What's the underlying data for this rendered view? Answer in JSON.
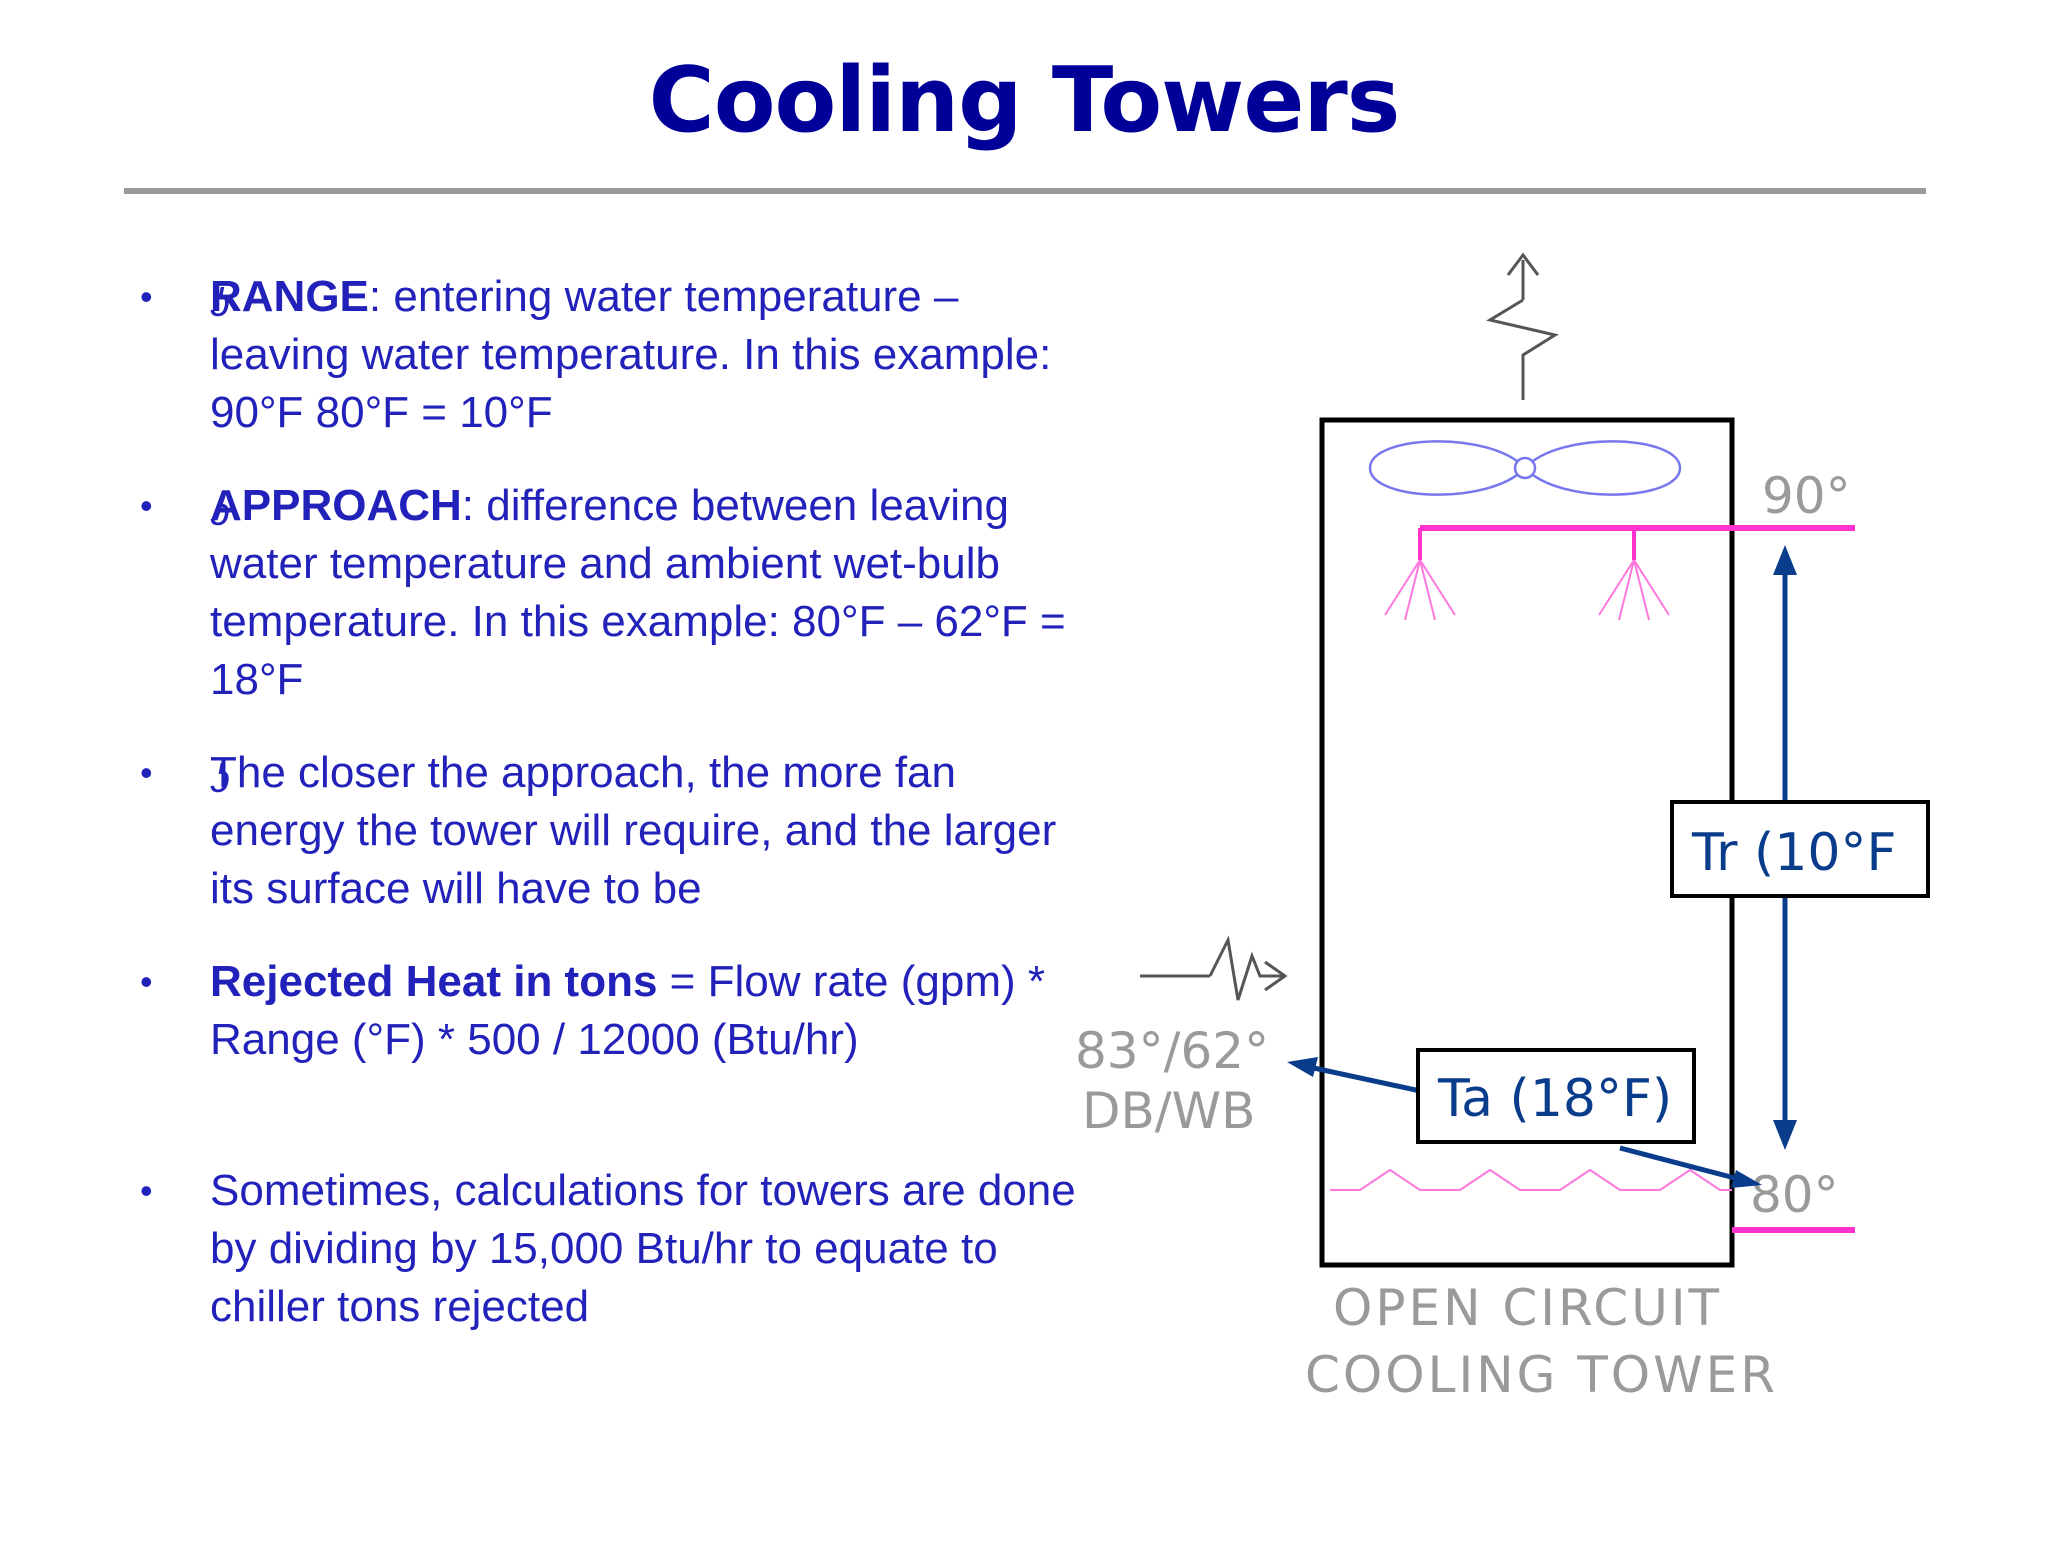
{
  "slide": {
    "title": "Cooling Towers"
  },
  "bullets": [
    {
      "symbol": "•",
      "stray_glyph": "ʖ",
      "bold": "RANGE",
      "text": ": entering water temperature – leaving water temperature. In this example: 90°F 80°F = 10°F"
    },
    {
      "symbol": "•",
      "stray_glyph": "ʖ",
      "bold": "APPROACH",
      "text": ": difference between leaving water temperature and ambient wet-bulb temperature. In this example: 80°F – 62°F = 18°F"
    },
    {
      "symbol": "•",
      "stray_glyph": "ʖ",
      "bold": "",
      "text": "The closer the approach, the more fan energy the tower will require, and the larger its surface will have to be"
    },
    {
      "symbol": "•",
      "stray_glyph": "",
      "bold": "Rejected Heat in tons",
      "text": " = Flow rate (gpm) * Range (°F) * 500 / 12000 (Btu/hr)"
    },
    {
      "symbol": "•",
      "stray_glyph": "",
      "bold": "",
      "text": "Sometimes, calculations for towers are done by dividing by 15,000 Btu/hr to equate to chiller tons rejected"
    }
  ],
  "diagram": {
    "temp_top": "90°",
    "temp_bottom": "80°",
    "inlet_air": "83°/62°",
    "inlet_air_unit": "DB/WB",
    "range_box": "Tr (10°F",
    "approach_box": "Ta (18°F)",
    "caption_line1": "OPEN CIRCUIT",
    "caption_line2": "COOLING TOWER",
    "colors": {
      "pipe": "#ff33cc",
      "fan": "#7777ee",
      "arrow": "#0a3c8c",
      "outline": "#000000",
      "caption": "#9a9a9a"
    }
  }
}
